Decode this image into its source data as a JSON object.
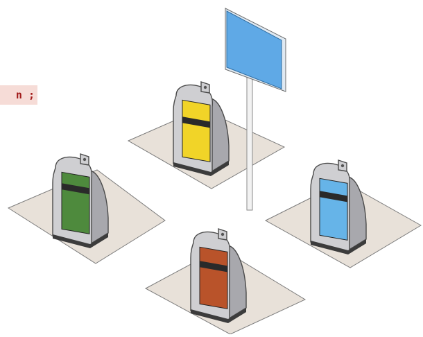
{
  "code_fragment": "n ;",
  "colors": {
    "ground": "#e8e1d9",
    "ground_stroke": "#7c7c7c",
    "housing": "#cfcfd2",
    "housing_dark": "#a8a8ad",
    "housing_stroke": "#4a4a4a",
    "slot": "#2a2a2a",
    "sign": "#5fa9e6",
    "sign_edge": "#dfe9f2",
    "pole": "#f2f2f2",
    "code_bg": "#f6dcd7",
    "code_text": "#a11a1a"
  },
  "bins": [
    {
      "id": "yellow",
      "color": "#f1d428"
    },
    {
      "id": "green",
      "color": "#4e8a3d"
    },
    {
      "id": "blue",
      "color": "#66b4e8"
    },
    {
      "id": "orange",
      "color": "#b9532a"
    }
  ]
}
